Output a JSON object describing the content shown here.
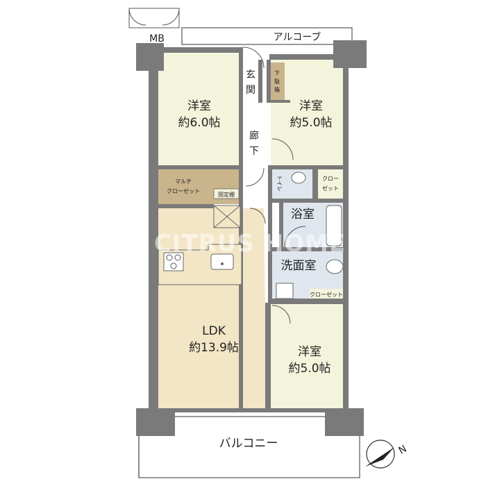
{
  "rooms": {
    "mb": "MB",
    "alcove": "アルコーブ",
    "genkan": [
      "玄",
      "関"
    ],
    "shoebox": [
      "下",
      "駄",
      "箱"
    ],
    "western_nw": {
      "name": "洋室",
      "size": "約6.0帖"
    },
    "western_ne": {
      "name": "洋室",
      "size": "約5.0帖"
    },
    "corridor": [
      "廊",
      "下"
    ],
    "toilet": "トイレ",
    "closet_ne": [
      "クロー",
      "ゼット"
    ],
    "multi_closet": [
      "マルチ",
      "クローゼット"
    ],
    "fixed_shelf": "固定棚",
    "bath": "浴室",
    "washroom": "洗面室",
    "closet_small": "クローゼット",
    "ldk": {
      "name": "LDK",
      "size": "約13.9帖"
    },
    "western_se": {
      "name": "洋室",
      "size": "約5.0帖"
    },
    "balcony": "バルコニー"
  },
  "compass": "N",
  "watermark": "CITRUS HOME",
  "colors": {
    "wall": "#7a7a7a",
    "western": "#f4f4dc",
    "ldk": "#f3e6c6",
    "closet": "#c9b48c",
    "wet": "#dfe6ee",
    "corridor": "#ffffff"
  }
}
